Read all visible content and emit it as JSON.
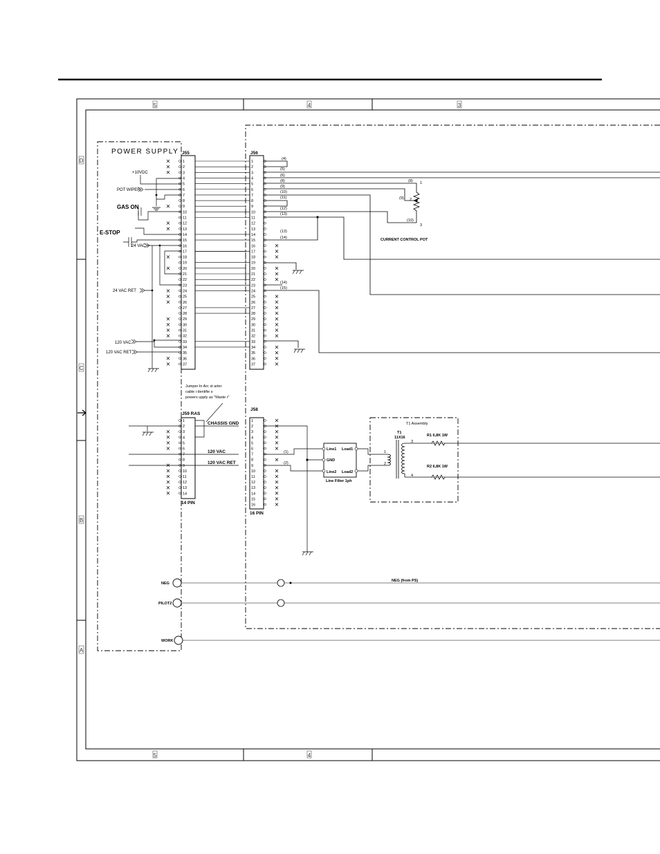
{
  "power_supply": {
    "label": "POWER SUPPLY"
  },
  "connectors": {
    "j55": {
      "name": "J55",
      "pins": 37
    },
    "j56": {
      "name": "J56",
      "pins": 37
    },
    "j58": {
      "name": "J58",
      "pins": 16,
      "footer": "16 PIN"
    },
    "j59": {
      "name": "J59 RAS",
      "pins": 14,
      "footer": "14 PIN"
    }
  },
  "signals": {
    "v10": "+10VDC",
    "potwiper": "POT WIPER",
    "gason": "GAS ON",
    "estop": "E-STOP",
    "vac24": "24 VAC",
    "vac24ret": "24 VAC RET",
    "vac120": "120 VAC",
    "vac120ret": "120 VAC RET",
    "chassis_gnd": "CHASSIS GND",
    "j59_120vac": "120 VAC",
    "j59_120vacret": "120 VAC RET"
  },
  "wire_numbers": {
    "w4": "(4)",
    "w5": "(5)",
    "w6": "(6)",
    "w8": "(8)",
    "w9": "(9)",
    "w10": "(10)",
    "w11": "(11)",
    "w12": "(12)",
    "w13": "(13)",
    "w13b": "(13)",
    "w14": "(14)",
    "w14b": "(14)",
    "w15": "(15)",
    "w1": "(1)",
    "w2": "(2)",
    "pot_w8": "(8)",
    "pot_w9": "(9)",
    "pot_w10": "(10)"
  },
  "pot": {
    "label": "CURRENT CONTROL POT",
    "p1": "1",
    "p2": "2",
    "p3": "3"
  },
  "jumper_note": [
    "Jumper  In Arc st  arter",
    "cable  i  dentifie      s",
    "powers  upply as  \"Maste  r\""
  ],
  "line_filter": {
    "line1": "Line1",
    "load1": "Load1",
    "gnd": "GND",
    "line2": "Line2",
    "load2": "Load2",
    "caption": "Line Filter 1ph"
  },
  "t1": {
    "title": "T1  Assembly",
    "name": "T1",
    "part": "11X16",
    "pin1": "1",
    "pin2": "2",
    "pin3": "3",
    "pin4": "4",
    "r1": "R1  6,8K  1W",
    "r2": "R2  6,8K 1W"
  },
  "terminals": {
    "neg": "NEG",
    "pilot2": "PILOT2",
    "work": "WORK",
    "neg_from_ps": "NEG (from PS)"
  },
  "zones": {
    "top": [
      "5",
      "4",
      "3"
    ],
    "bottom": [
      "5",
      "4"
    ],
    "left": [
      "D",
      "C",
      "B",
      "A"
    ]
  }
}
